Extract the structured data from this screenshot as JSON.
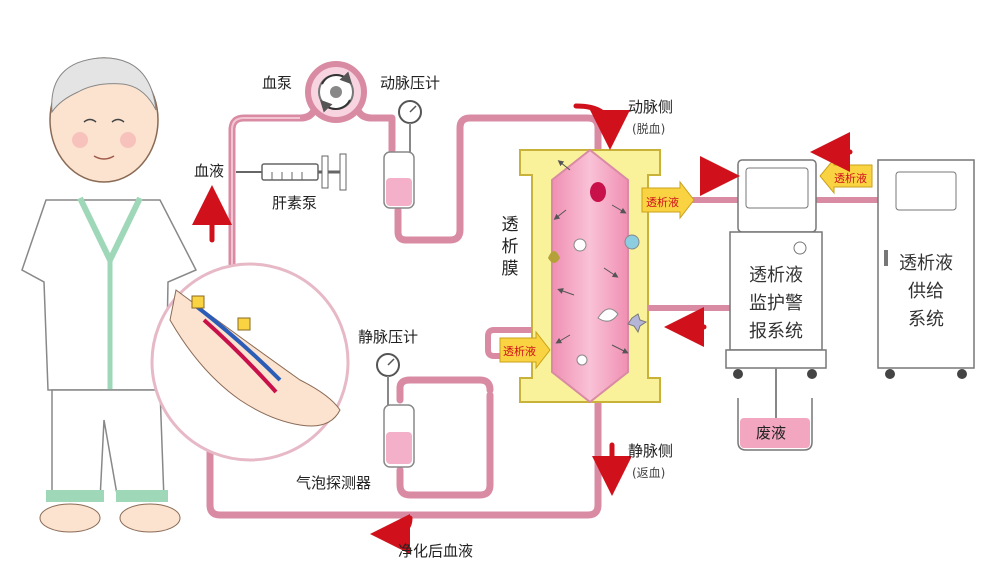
{
  "labels": {
    "blood_pump": "血泵",
    "arterial_pressure": "动脉压计",
    "arterial_side": "动脉侧",
    "arterial_side_note": "(脱血)",
    "blood": "血液",
    "heparin_pump": "肝素泵",
    "dialysis_membrane": [
      "透",
      "析",
      "膜"
    ],
    "venous_pressure": "静脉压计",
    "bubble_detector": "气泡探测器",
    "venous_side": "静脉侧",
    "venous_side_note": "(返血)",
    "purified_blood": "净化后血液",
    "dialysate_in": "透析液",
    "dialysate_out": "透析液",
    "dialysate_supply_tag": "透析液",
    "monitor_box": [
      "透析液",
      "监护警",
      "报系统"
    ],
    "supply_box": [
      "透析液",
      "供给",
      "系统"
    ],
    "waste": "废液"
  },
  "colors": {
    "tube": "#d98ba4",
    "tube_dark": "#c56c89",
    "arrow": "#d0101b",
    "filter_fill": "#faf29a",
    "filter_stroke": "#c9b23a",
    "tag_fill": "#f9d342",
    "blood_core": "#f4a9c4",
    "waste_fill": "#f2a6bf"
  }
}
